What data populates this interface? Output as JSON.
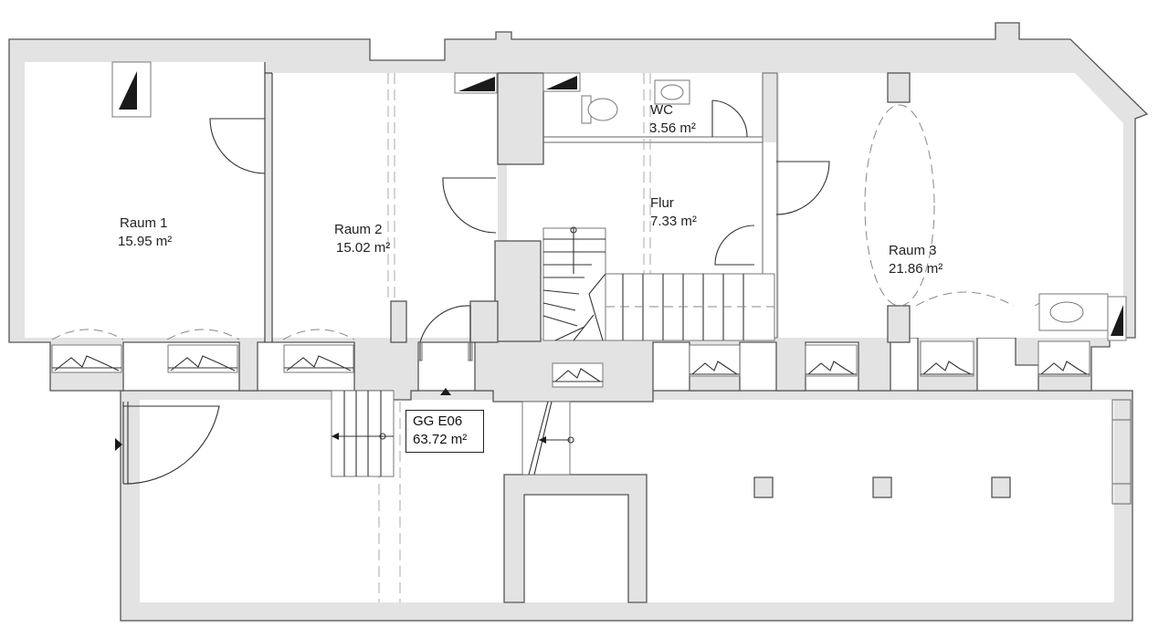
{
  "rooms": [
    {
      "name": "Raum 1",
      "area": "15.95 m²"
    },
    {
      "name": "Raum 2",
      "area": "15.02 m²"
    },
    {
      "name": "WC",
      "area": "3.56 m²"
    },
    {
      "name": "Flur",
      "area": "7.33 m²"
    },
    {
      "name": "Raum 3",
      "area": "21.86 m²"
    }
  ],
  "unit": {
    "name": "GG E06",
    "area": "63.72 m²"
  }
}
